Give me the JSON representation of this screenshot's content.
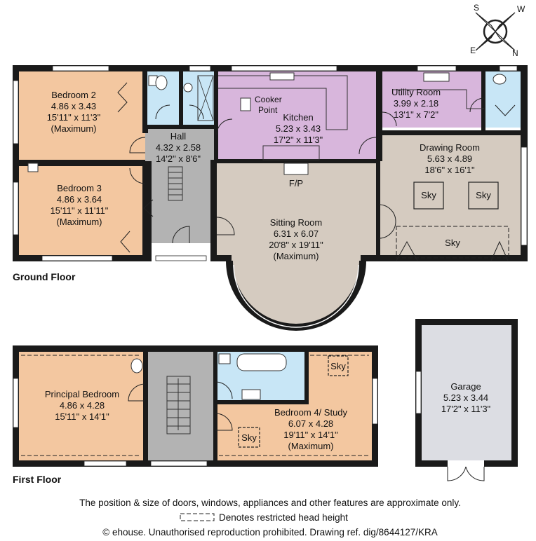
{
  "compass": {
    "s": "S",
    "w": "W",
    "e": "E",
    "n": "N"
  },
  "floors": {
    "ground": "Ground Floor",
    "first": "First Floor"
  },
  "rooms": {
    "bedroom2": {
      "name": "Bedroom 2",
      "metric": "4.86 x 3.43",
      "imperial": "15'11\" x 11'3\"",
      "note": "(Maximum)"
    },
    "bedroom3": {
      "name": "Bedroom 3",
      "metric": "4.86 x 3.64",
      "imperial": "15'11\" x 11'11\"",
      "note": "(Maximum)"
    },
    "hall": {
      "name": "Hall",
      "metric": "4.32 x 2.58",
      "imperial": "14'2\" x 8'6\""
    },
    "kitchen": {
      "name": "Kitchen",
      "metric": "5.23 x 3.43",
      "imperial": "17'2\" x 11'3\""
    },
    "cooker": {
      "line1": "Cooker",
      "line2": "Point"
    },
    "utility": {
      "name": "Utility Room",
      "metric": "3.99 x 2.18",
      "imperial": "13'1\" x 7'2\""
    },
    "drawing": {
      "name": "Drawing Room",
      "metric": "5.63 x 4.89",
      "imperial": "18'6\" x 16'1\""
    },
    "fp": "F/P",
    "sitting": {
      "name": "Sitting Room",
      "metric": "6.31 x 6.07",
      "imperial": "20'8\" x 19'11\"",
      "note": "(Maximum)"
    },
    "principal": {
      "name": "Principal Bedroom",
      "metric": "4.86 x 4.28",
      "imperial": "15'11\" x 14'1\""
    },
    "bedroom4": {
      "name": "Bedroom 4/ Study",
      "metric": "6.07 x 4.28",
      "imperial": "19'11\" x 14'1\"",
      "note": "(Maximum)"
    },
    "garage": {
      "name": "Garage",
      "metric": "5.23 x 3.44",
      "imperial": "17'2\" x 11'3\""
    }
  },
  "sky": "Sky",
  "colors": {
    "bedroom": "#f3c7a0",
    "kitchen": "#d8b6dc",
    "bath": "#c8e6f6",
    "hall": "#b3b3b3",
    "living": "#d5cbc0",
    "garage": "#dcdde3",
    "wall": "#1a1a1a"
  },
  "footer": {
    "line1": "The position & size of doors, windows, appliances and other features are approximate only.",
    "line2": "Denotes restricted head height",
    "line3": "© ehouse. Unauthorised reproduction prohibited. Drawing ref. dig/8644127/KRA"
  }
}
